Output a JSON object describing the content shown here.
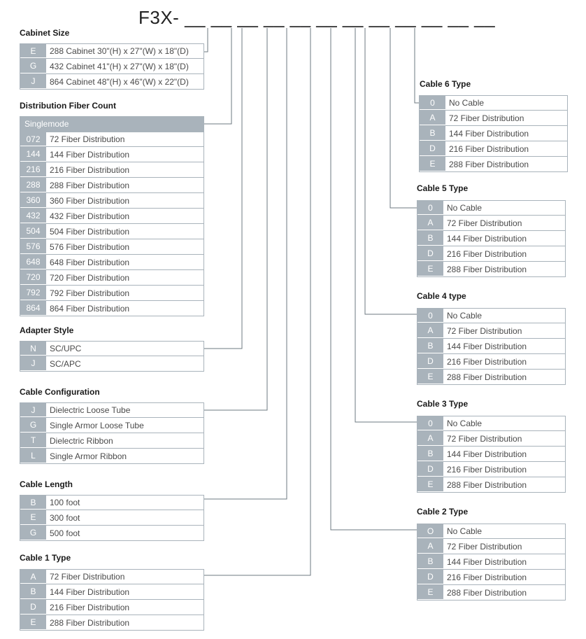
{
  "part_number": "F3X- __ __ __ __ __ __ __ __ __ __ __ __",
  "sections": {
    "cabinet_size": {
      "title": "Cabinet Size",
      "rows": [
        {
          "code": "E",
          "desc": "288 Cabinet 30\"(H) x 27\"(W) x 18\"(D)"
        },
        {
          "code": "G",
          "desc": "432 Cabinet 41\"(H) x 27\"(W) x 18\"(D)"
        },
        {
          "code": "J",
          "desc": "864 Cabinet 48\"(H) x 46\"(W) x 22\"(D)"
        }
      ]
    },
    "fiber_count": {
      "title": "Distribution Fiber Count",
      "header": "Singlemode",
      "rows": [
        {
          "code": "072",
          "desc": "72 Fiber Distribution"
        },
        {
          "code": "144",
          "desc": "144 Fiber Distribution"
        },
        {
          "code": "216",
          "desc": "216 Fiber Distribution"
        },
        {
          "code": "288",
          "desc": "288 Fiber Distribution"
        },
        {
          "code": "360",
          "desc": "360 Fiber Distribution"
        },
        {
          "code": "432",
          "desc": "432 Fiber Distribution"
        },
        {
          "code": "504",
          "desc": "504 Fiber Distribution"
        },
        {
          "code": "576",
          "desc": "576 Fiber Distribution"
        },
        {
          "code": "648",
          "desc": "648 Fiber Distribution"
        },
        {
          "code": "720",
          "desc": "720 Fiber Distribution"
        },
        {
          "code": "792",
          "desc": "792 Fiber Distribution"
        },
        {
          "code": "864",
          "desc": "864 Fiber Distribution"
        }
      ]
    },
    "adapter_style": {
      "title": "Adapter Style",
      "rows": [
        {
          "code": "N",
          "desc": "SC/UPC"
        },
        {
          "code": "J",
          "desc": "SC/APC"
        }
      ]
    },
    "cable_config": {
      "title": "Cable Configuration",
      "rows": [
        {
          "code": "J",
          "desc": "Dielectric Loose Tube"
        },
        {
          "code": "G",
          "desc": "Single Armor Loose Tube"
        },
        {
          "code": "T",
          "desc": "Dielectric Ribbon"
        },
        {
          "code": "L",
          "desc": "Single Armor Ribbon"
        }
      ]
    },
    "cable_length": {
      "title": "Cable Length",
      "rows": [
        {
          "code": "B",
          "desc": "100 foot"
        },
        {
          "code": "E",
          "desc": "300 foot"
        },
        {
          "code": "G",
          "desc": "500 foot"
        }
      ]
    },
    "cable1": {
      "title": "Cable 1 Type",
      "rows": [
        {
          "code": "A",
          "desc": "72 Fiber Distribution"
        },
        {
          "code": "B",
          "desc": "144 Fiber Distribution"
        },
        {
          "code": "D",
          "desc": "216 Fiber Distribution"
        },
        {
          "code": "E",
          "desc": "288 Fiber Distribution"
        }
      ]
    },
    "cable6": {
      "title": "Cable 6 Type",
      "rows": [
        {
          "code": "0",
          "desc": "No Cable"
        },
        {
          "code": "A",
          "desc": "72 Fiber Distribution"
        },
        {
          "code": "B",
          "desc": "144 Fiber Distribution"
        },
        {
          "code": "D",
          "desc": "216 Fiber Distribution"
        },
        {
          "code": "E",
          "desc": "288 Fiber Distribution"
        }
      ]
    },
    "cable5": {
      "title": "Cable 5 Type",
      "rows": [
        {
          "code": "0",
          "desc": "No Cable"
        },
        {
          "code": "A",
          "desc": "72 Fiber Distribution"
        },
        {
          "code": "B",
          "desc": "144 Fiber Distribution"
        },
        {
          "code": "D",
          "desc": "216 Fiber Distribution"
        },
        {
          "code": "E",
          "desc": "288 Fiber Distribution"
        }
      ]
    },
    "cable4": {
      "title": "Cable 4 type",
      "rows": [
        {
          "code": "0",
          "desc": "No Cable"
        },
        {
          "code": "A",
          "desc": "72 Fiber Distribution"
        },
        {
          "code": "B",
          "desc": "144 Fiber Distribution"
        },
        {
          "code": "D",
          "desc": "216 Fiber Distribution"
        },
        {
          "code": "E",
          "desc": "288 Fiber Distribution"
        }
      ]
    },
    "cable3": {
      "title": "Cable 3 Type",
      "rows": [
        {
          "code": "0",
          "desc": "No Cable"
        },
        {
          "code": "A",
          "desc": "72 Fiber Distribution"
        },
        {
          "code": "B",
          "desc": "144 Fiber Distribution"
        },
        {
          "code": "D",
          "desc": "216 Fiber Distribution"
        },
        {
          "code": "E",
          "desc": "288 Fiber Distribution"
        }
      ]
    },
    "cable2": {
      "title": "Cable 2 Type",
      "rows": [
        {
          "code": "O",
          "desc": "No Cable"
        },
        {
          "code": "A",
          "desc": "72 Fiber Distribution"
        },
        {
          "code": "B",
          "desc": "144 Fiber Distribution"
        },
        {
          "code": "D",
          "desc": "216 Fiber Distribution"
        },
        {
          "code": "E",
          "desc": "288 Fiber Distribution"
        }
      ]
    }
  },
  "colors": {
    "code_bg": "#a9b3bb",
    "border": "#a9b3bb",
    "line": "#6e7880"
  }
}
